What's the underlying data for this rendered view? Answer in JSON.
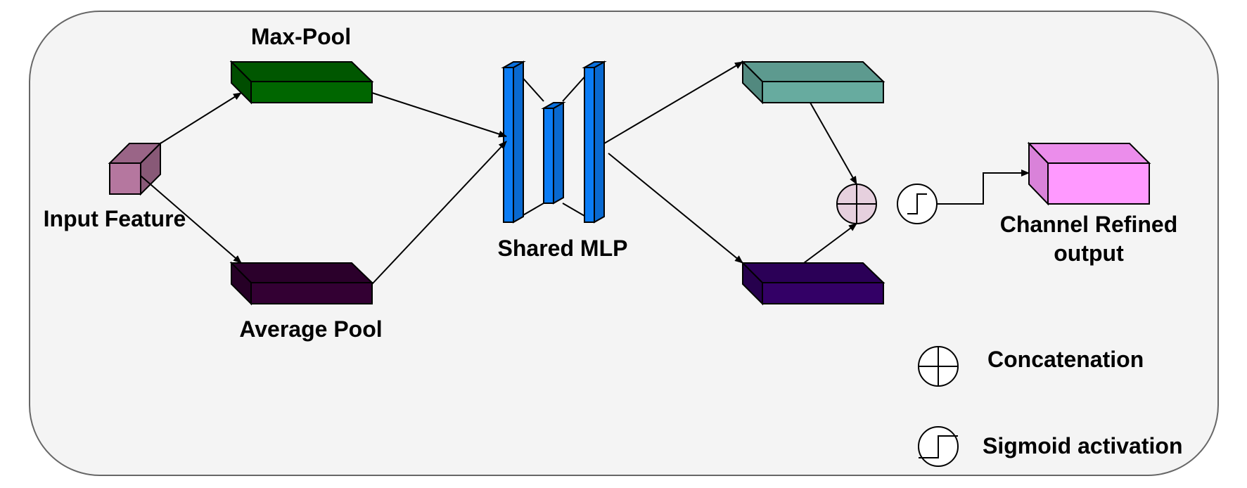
{
  "labels": {
    "max_pool": "Max-Pool",
    "average_pool": "Average Pool",
    "input_feature": "Input Feature",
    "shared_mlp": "Shared MLP",
    "output_line1": "Channel Refined",
    "output_line2": "output"
  },
  "legend": {
    "concatenation": "Concatenation",
    "sigmoid": "Sigmoid activation"
  },
  "colors": {
    "panel_fill": "#f4f4f4",
    "panel_stroke": "#666666",
    "input_cube": "#b5779f",
    "max_pool_block": "#006600",
    "average_pool_block": "#330033",
    "mlp_bars": "#0a7cf5",
    "teal_block": "#67ab9f",
    "purple_block": "#330066",
    "concat_node": "#e6d0de",
    "output_cube": "#ff99ff"
  }
}
